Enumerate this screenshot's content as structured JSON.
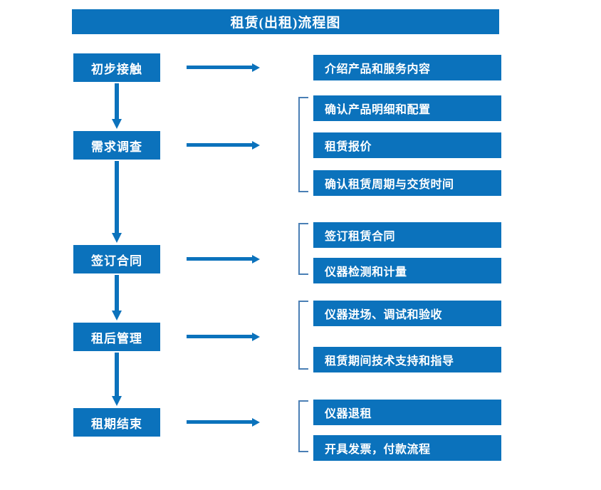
{
  "title": "租赁(出租)流程图",
  "colors": {
    "box_blue": "#0B72BC",
    "arrow_blue": "#0B72BC",
    "bracket_blue": "#4A7FB5",
    "text_white": "#FFFFFF",
    "background": "#FFFFFF"
  },
  "stages": [
    {
      "label": "初步接触"
    },
    {
      "label": "需求调查"
    },
    {
      "label": "签订合同"
    },
    {
      "label": "租后管理"
    },
    {
      "label": "租期结束"
    }
  ],
  "details": [
    {
      "label": "介绍产品和服务内容"
    },
    {
      "label": "确认产品明细和配置"
    },
    {
      "label": "租赁报价"
    },
    {
      "label": "确认租赁周期与交货时间"
    },
    {
      "label": "签订租赁合同"
    },
    {
      "label": "仪器检测和计量"
    },
    {
      "label": "仪器进场、调试和验收"
    },
    {
      "label": "租赁期间技术支持和指导"
    },
    {
      "label": "仪器退租"
    },
    {
      "label": "开具发票，付款流程"
    }
  ],
  "icons": {
    "horizontal_arrow": "right-arrow-icon",
    "vertical_arrow": "down-arrow-icon",
    "group_bracket": "bracket-icon"
  }
}
